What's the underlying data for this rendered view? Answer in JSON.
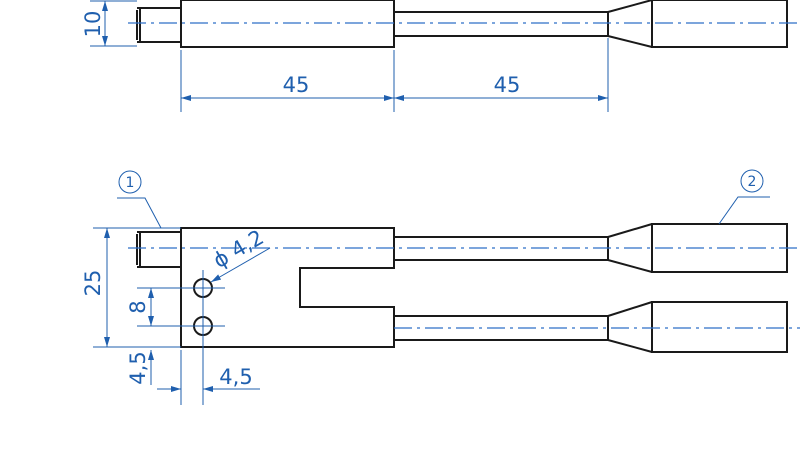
{
  "dimensions": {
    "top_height": "10",
    "body_length": "45",
    "cable_length": "45",
    "width": "25",
    "hole_spacing": "8",
    "hole_offset_v": "4,5",
    "hole_offset_h": "4,5",
    "hole_diameter": "ϕ 4,2"
  },
  "balloons": [
    "1",
    "2"
  ],
  "colors": {
    "outline": "#1a1a1a",
    "dimension": "#1f5fae"
  }
}
